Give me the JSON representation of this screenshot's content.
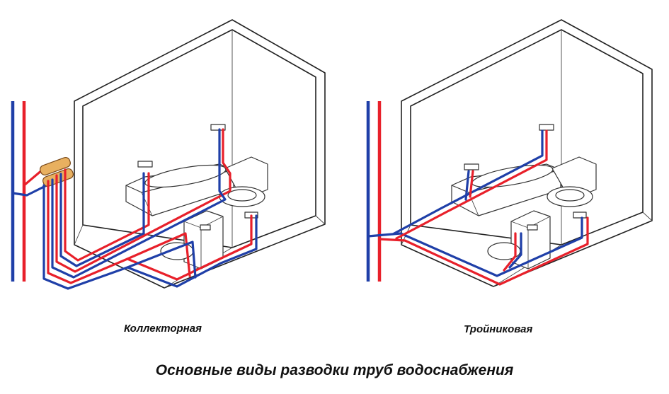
{
  "diagram": {
    "title": "Основные виды разводки труб водоснабжения",
    "panels": [
      {
        "id": "collector",
        "label": "Коллекторная"
      },
      {
        "id": "tee",
        "label": "Тройниковая"
      }
    ],
    "colors": {
      "hot_water": "#e8202a",
      "cold_water": "#1f3fa8",
      "collector": "#e8b060",
      "outline": "#222222"
    }
  }
}
